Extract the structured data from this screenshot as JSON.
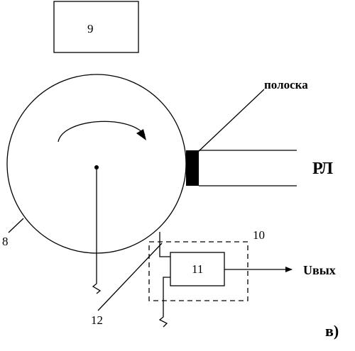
{
  "diagram": {
    "labels": {
      "box9": "9",
      "label8": "8",
      "label10": "10",
      "box11": "11",
      "label12": "12",
      "strip": "полоска",
      "line_name": "РЛ",
      "output": "Uвых",
      "subfigure": "в)"
    }
  }
}
